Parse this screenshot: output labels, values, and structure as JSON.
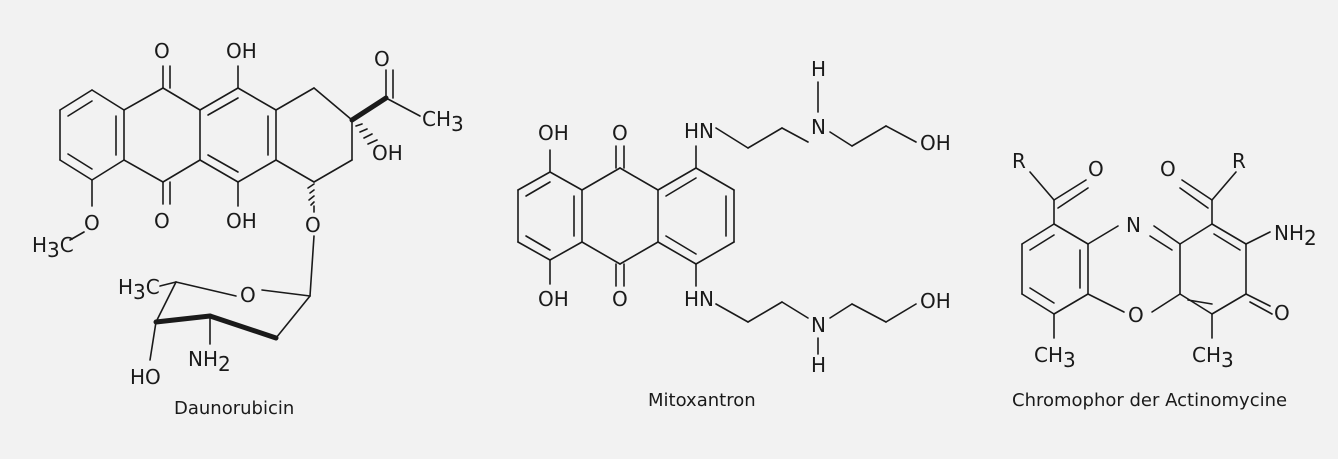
{
  "labels": {
    "oh": "OH",
    "o": "O",
    "h": "H",
    "n": "N",
    "hn": "HN",
    "r": "R",
    "ho": "HO",
    "c": "C",
    "ch": "CH",
    "nh": "NH",
    "sub3": "3",
    "sub2": "2"
  },
  "captions": {
    "daunorubicin": "Daunorubicin",
    "mitoxantron": "Mitoxantron",
    "actinomycine": "Chromophor der Actinomycine"
  }
}
